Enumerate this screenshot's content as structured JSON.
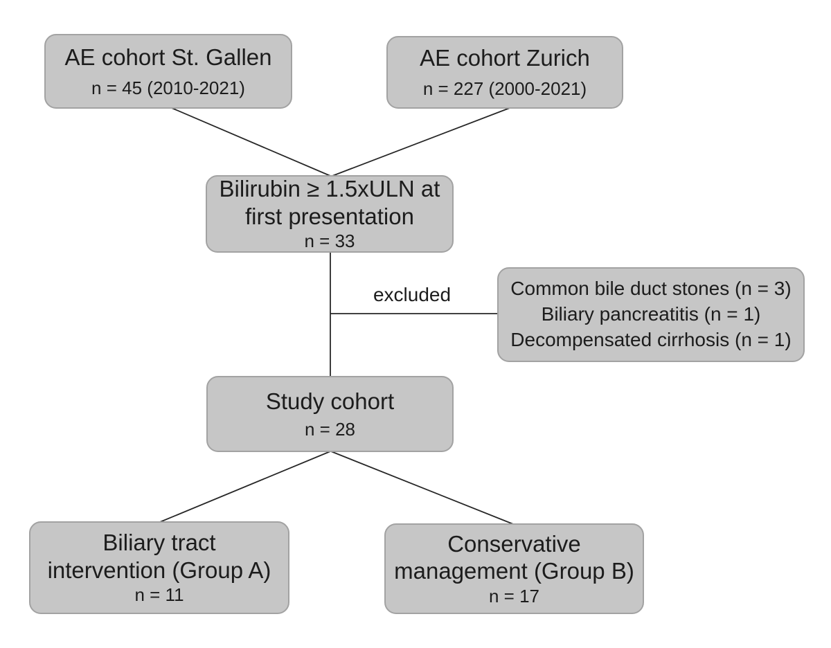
{
  "figure": {
    "type": "study-flow-diagram",
    "colors": {
      "background": "#ffffff",
      "box_fill": "#c6c6c6",
      "box_border": "#a2a2a2",
      "line": "#262626",
      "text": "#1c1c1c"
    },
    "nodes": {
      "st_gallen": {
        "title": "AE cohort St. Gallen",
        "n": "n = 45 (2010-2021)"
      },
      "zurich": {
        "title": "AE cohort Zurich",
        "n": "n = 227 (2000-2021)"
      },
      "bilirubin": {
        "title_line1": "Bilirubin ≥ 1.5xULN at",
        "title_line2": "first presentation",
        "n": "n = 33"
      },
      "excluded": {
        "line1": "Common bile duct stones (n = 3)",
        "line2": "Biliary pancreatitis (n = 1)",
        "line3": "Decompensated cirrhosis (n = 1)"
      },
      "study_cohort": {
        "title": "Study cohort",
        "n": "n = 28"
      },
      "group_a": {
        "title_line1": "Biliary tract",
        "title_line2": "intervention (Group A)",
        "n": "n = 11"
      },
      "group_b": {
        "title_line1": "Conservative",
        "title_line2": "management (Group B)",
        "n": "n = 17"
      }
    },
    "labels": {
      "excluded_edge": "excluded"
    }
  }
}
